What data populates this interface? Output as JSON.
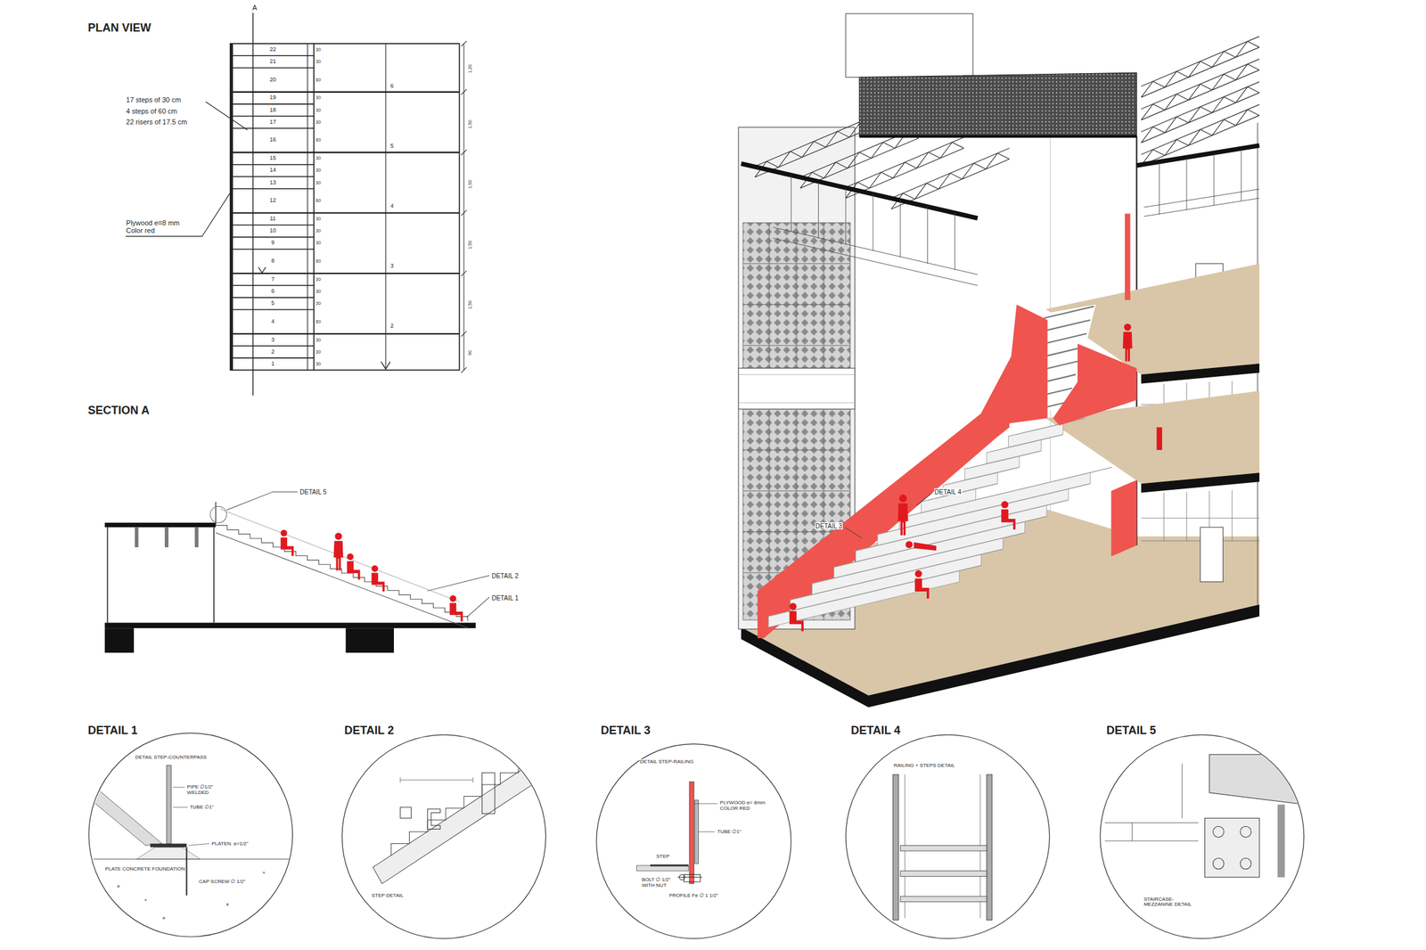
{
  "diagram": {
    "nodes": [
      {
        "text": [
          "DETAIL 1",
          "DETAIL STEP-COUNTERPASS",
          "PIPE ∅1/2\" WELDED",
          "TUBE ∅1\"",
          "PLATEN. e=1/2\"",
          "PLATE CONCRETE FOUNDATION",
          "CAP SCREW ∅ 1/2\""
        ]
      },
      {
        "text": [
          "DETAIL 2",
          "STEP DETAIL"
        ]
      },
      {
        "text": [
          "DETAIL 3",
          "DETAIL STEP-RAILING",
          "PLYWOOD e= 8mm COLOR RED",
          "TUBE ∅1\"",
          "STEP",
          "BOLT ∅ 1/2\" WITH NUT",
          "PROFILE Fe ∅ 1 1/2\""
        ]
      },
      {
        "text": [
          "DETAIL 4",
          "RAILING + STEPS DETAIL"
        ]
      },
      {
        "text": [
          "DETAIL 5",
          "STAIRCASE-MEZZANINE DETAIL"
        ]
      }
    ],
    "labels": [
      "PLAN VIEW",
      "A",
      "22",
      "21",
      "20",
      "19",
      "18",
      "17",
      "16",
      "15",
      "14",
      "13",
      "12",
      "11",
      "10",
      "9",
      "8",
      "7",
      "6",
      "5",
      "4",
      "3",
      "2",
      "1",
      "30",
      "30",
      "60",
      "30",
      "30",
      "30",
      "60",
      "30",
      "30",
      "30",
      "60",
      "30",
      "30",
      "30",
      "60",
      "30",
      "30",
      "30",
      "60",
      "30",
      "30",
      "30",
      "6",
      "5",
      "4",
      "3",
      "2",
      "1,20",
      "1,50",
      "1,50",
      "1,50",
      "1,50",
      "90",
      "17 steps of 30 cm",
      "4 steps of 60 cm",
      "22 risers of 17.5 cm",
      "Plywood e=8 mm Color red",
      "SECTION A",
      "DETAIL 5",
      "DETAIL 2",
      "DETAIL 1",
      "DETAIL 4",
      "DETAIL 3"
    ]
  }
}
